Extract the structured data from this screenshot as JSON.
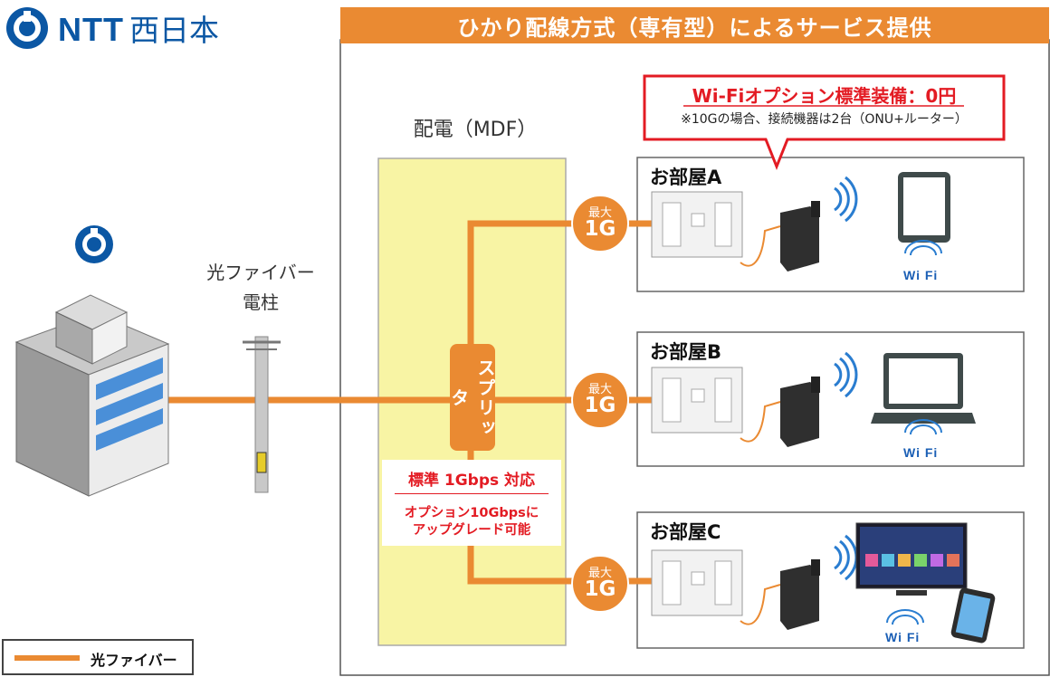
{
  "logo": {
    "brand": "NTT",
    "region": "西日本"
  },
  "service_title": "ひかり配線方式（専有型）によるサービス提供",
  "building_label": "",
  "pole_label": {
    "line1": "光ファイバー",
    "line2": "電柱"
  },
  "mdf_label": "配電（MDF）",
  "splitter_label": "スプリッタ",
  "info_box": {
    "line1": "標準 1Gbps 対応",
    "line2": "オプション10Gbpsに",
    "line3": "アップグレード可能"
  },
  "wifi_callout": {
    "main": "Wi-Fiオプション標準装備：0円",
    "sub": "※10Gの場合、接続機器は2台（ONU+ルーター）"
  },
  "rooms": [
    {
      "title": "お部屋A",
      "badge_top": "最大",
      "badge_bottom": "1G",
      "device": "tablet-icon",
      "wifi_label": "Wi Fi"
    },
    {
      "title": "お部屋B",
      "badge_top": "最大",
      "badge_bottom": "1G",
      "device": "laptop-icon",
      "wifi_label": "Wi Fi"
    },
    {
      "title": "お部屋C",
      "badge_top": "最大",
      "badge_bottom": "1G",
      "device": "tv-smartphone-icon",
      "wifi_label": "Wi Fi"
    }
  ],
  "legend": {
    "label": "光ファイバー"
  },
  "colors": {
    "fiber": "#ea8a32",
    "brand_blue": "#0b57a4",
    "mdf_fill": "#f8f4a4",
    "callout_red": "#e31b23"
  }
}
